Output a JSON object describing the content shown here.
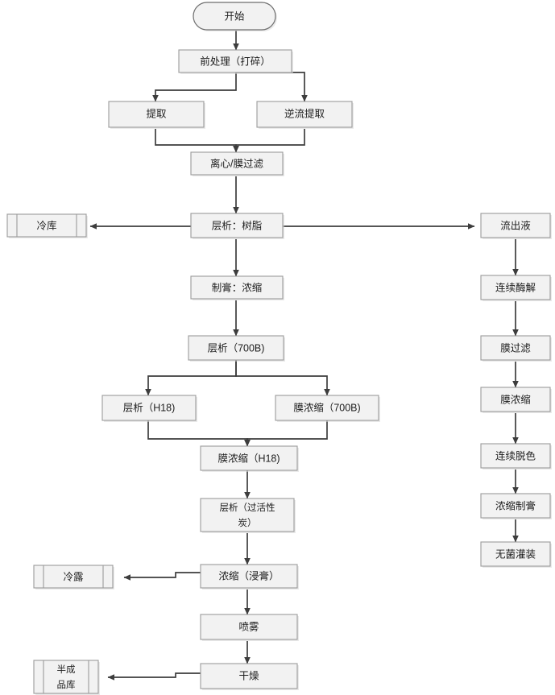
{
  "chart_data": {
    "type": "diagram",
    "title": "",
    "diagram_kind": "process-flowchart",
    "orientation": "top-to-bottom",
    "language": "zh-CN",
    "colors": {
      "node_fill": "#f2f2f2",
      "node_stroke": "#9a9a9a",
      "edge": "#3d3d3d",
      "text": "#1d1d1d",
      "background": "#ffffff"
    },
    "nodes": [
      {
        "id": "start",
        "label": "开始",
        "shape": "stadium",
        "column": "center"
      },
      {
        "id": "pretreat",
        "label": "前处理（打碎）",
        "shape": "rect",
        "column": "center"
      },
      {
        "id": "extract",
        "label": "提取",
        "shape": "rect",
        "column": "left-center"
      },
      {
        "id": "counter",
        "label": "逆流提取",
        "shape": "rect",
        "column": "right-center"
      },
      {
        "id": "centrifuge",
        "label": "离心/膜过滤",
        "shape": "rect",
        "column": "center"
      },
      {
        "id": "chrom_resin",
        "label": "层析：树脂",
        "shape": "rect",
        "column": "center"
      },
      {
        "id": "coldstore",
        "label": "冷库",
        "shape": "predefined-process",
        "column": "far-left"
      },
      {
        "id": "effluent",
        "label": "流出液",
        "shape": "rect",
        "column": "far-right"
      },
      {
        "id": "paste_conc",
        "label": "制膏：浓缩",
        "shape": "rect",
        "column": "center"
      },
      {
        "id": "chrom_700b",
        "label": "层析（700B)",
        "shape": "rect",
        "column": "center"
      },
      {
        "id": "chrom_h18",
        "label": "层析（H18)",
        "shape": "rect",
        "column": "left-center"
      },
      {
        "id": "memconc_700b",
        "label": "膜浓缩（700B)",
        "shape": "rect",
        "column": "right-center"
      },
      {
        "id": "memconc_h18",
        "label": "膜浓缩（H18)",
        "shape": "rect",
        "column": "center"
      },
      {
        "id": "chrom_carbon",
        "label": "层析（过活性炭）",
        "label_line1": "层析（过活性",
        "label_line2": "炭）",
        "shape": "rect",
        "column": "center"
      },
      {
        "id": "conc_extract",
        "label": "浓缩（浸膏）",
        "shape": "rect",
        "column": "center"
      },
      {
        "id": "colddew",
        "label": "冷露",
        "shape": "predefined-process",
        "column": "far-left"
      },
      {
        "id": "spray",
        "label": "喷雾",
        "shape": "rect",
        "column": "center"
      },
      {
        "id": "dry",
        "label": "干燥",
        "shape": "rect",
        "column": "center"
      },
      {
        "id": "semiwarehouse",
        "label": "半成品库",
        "label_line1": "半成",
        "label_line2": "品库",
        "shape": "predefined-process",
        "column": "far-left"
      },
      {
        "id": "enzymolysis",
        "label": "连续酶解",
        "shape": "rect",
        "column": "far-right"
      },
      {
        "id": "memfilter",
        "label": "膜过滤",
        "shape": "rect",
        "column": "far-right"
      },
      {
        "id": "memconc",
        "label": "膜浓缩",
        "shape": "rect",
        "column": "far-right"
      },
      {
        "id": "decolor",
        "label": "连续脱色",
        "shape": "rect",
        "column": "far-right"
      },
      {
        "id": "conc_paste",
        "label": "浓缩制膏",
        "shape": "rect",
        "column": "far-right"
      },
      {
        "id": "asepticfill",
        "label": "无菌灌装",
        "shape": "rect",
        "column": "far-right"
      }
    ],
    "edges": [
      {
        "from": "start",
        "to": "pretreat",
        "style": "straight-down"
      },
      {
        "from": "pretreat",
        "to": "extract",
        "style": "elbow-left"
      },
      {
        "from": "pretreat",
        "to": "counter",
        "style": "elbow-right"
      },
      {
        "from": "extract",
        "to": "centrifuge",
        "style": "elbow-merge"
      },
      {
        "from": "counter",
        "to": "centrifuge",
        "style": "elbow-merge"
      },
      {
        "from": "centrifuge",
        "to": "chrom_resin",
        "style": "straight-down"
      },
      {
        "from": "chrom_resin",
        "to": "coldstore",
        "style": "straight-left"
      },
      {
        "from": "chrom_resin",
        "to": "effluent",
        "style": "straight-right"
      },
      {
        "from": "chrom_resin",
        "to": "paste_conc",
        "style": "straight-down"
      },
      {
        "from": "paste_conc",
        "to": "chrom_700b",
        "style": "straight-down"
      },
      {
        "from": "chrom_700b",
        "to": "chrom_h18",
        "style": "elbow-left"
      },
      {
        "from": "chrom_700b",
        "to": "memconc_700b",
        "style": "elbow-right"
      },
      {
        "from": "chrom_h18",
        "to": "memconc_h18",
        "style": "elbow-merge"
      },
      {
        "from": "memconc_700b",
        "to": "memconc_h18",
        "style": "elbow-merge"
      },
      {
        "from": "memconc_h18",
        "to": "chrom_carbon",
        "style": "straight-down"
      },
      {
        "from": "chrom_carbon",
        "to": "conc_extract",
        "style": "straight-down"
      },
      {
        "from": "conc_extract",
        "to": "colddew",
        "style": "elbow-left"
      },
      {
        "from": "conc_extract",
        "to": "spray",
        "style": "straight-down"
      },
      {
        "from": "spray",
        "to": "dry",
        "style": "straight-down"
      },
      {
        "from": "dry",
        "to": "semiwarehouse",
        "style": "elbow-left"
      },
      {
        "from": "effluent",
        "to": "enzymolysis",
        "style": "straight-down"
      },
      {
        "from": "enzymolysis",
        "to": "memfilter",
        "style": "straight-down"
      },
      {
        "from": "memfilter",
        "to": "memconc",
        "style": "straight-down"
      },
      {
        "from": "memconc",
        "to": "decolor",
        "style": "straight-down"
      },
      {
        "from": "decolor",
        "to": "conc_paste",
        "style": "straight-down"
      },
      {
        "from": "conc_paste",
        "to": "asepticfill",
        "style": "straight-down"
      }
    ]
  }
}
